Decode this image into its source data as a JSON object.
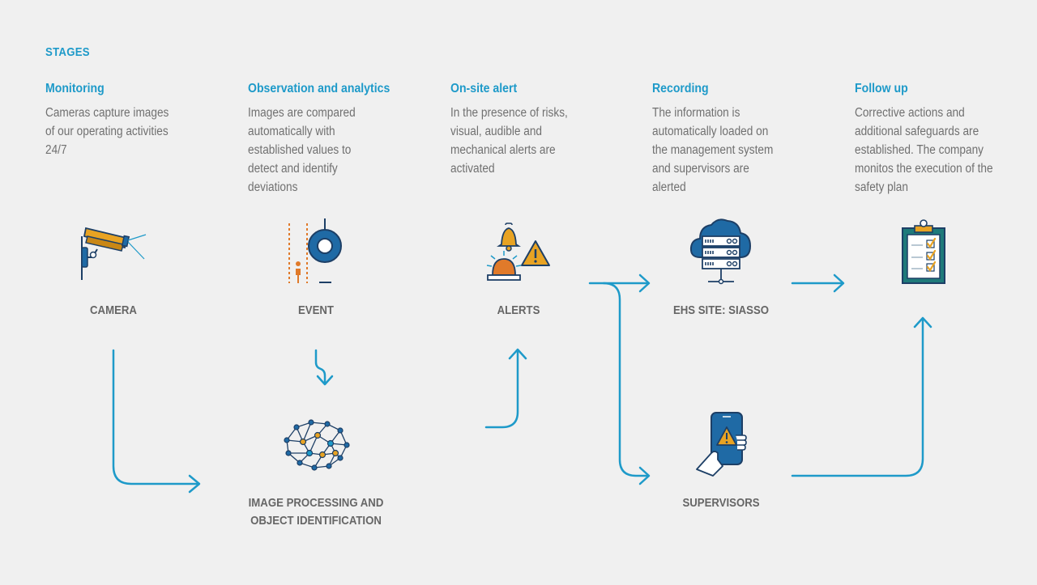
{
  "stages_heading": "STAGES",
  "stages": [
    {
      "title": "Monitoring",
      "description": "Cameras capture images of our operating activities 24/7"
    },
    {
      "title": "Observation and analytics",
      "description": "Images are compared automatically with established values to detect and identify deviations"
    },
    {
      "title": "On-site alert",
      "description": "In the presence of risks, visual, audible and mechanical alerts are activated"
    },
    {
      "title": "Recording",
      "description": "The information is automatically loaded on the management system and supervisors are alerted"
    },
    {
      "title": "Follow up",
      "description": "Corrective actions and additional safeguards are established. The company monitos the execution of the safety plan"
    }
  ],
  "nodes": {
    "camera": "CAMERA",
    "event": "EVENT",
    "alerts": "ALERTS",
    "ehs_site": "EHS SITE: SIASSO",
    "image_processing_line1": "IMAGE PROCESSING AND",
    "image_processing_line2": "OBJECT IDENTIFICATION",
    "supervisors": "SUPERVISORS"
  },
  "colors": {
    "accent": "#1e9ac9",
    "navy": "#1d3f66",
    "icon_blue": "#1f6aa5",
    "orange": "#e8a323",
    "text": "#707070",
    "label": "#666666",
    "background": "#f0f0f0"
  },
  "icons": [
    "security-camera-icon",
    "event-detection-icon",
    "alarm-icon",
    "cloud-server-icon",
    "clipboard-checklist-icon",
    "neural-network-icon",
    "smartphone-alert-icon"
  ]
}
